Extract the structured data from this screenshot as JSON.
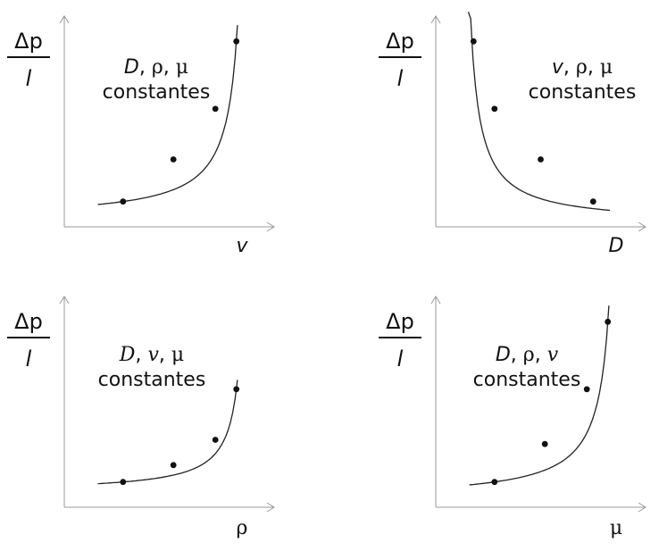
{
  "colors": {
    "ink": "#111111",
    "axis": "#9a9a9a",
    "curve": "#222222"
  },
  "ylabel": {
    "numerator": "Δp",
    "denominator": "l"
  },
  "chart_data": [
    {
      "type": "scatter",
      "xlabel": "v",
      "ylabel": "Δp / l",
      "condition": {
        "vars": [
          [
            "D",
            "it"
          ],
          [
            "ρ",
            "greek"
          ],
          [
            "μ",
            "greek"
          ]
        ],
        "word": "constantes"
      },
      "trend": "increasing-convex",
      "x": [
        0.28,
        0.52,
        0.72,
        0.82
      ],
      "y": [
        0.12,
        0.32,
        0.56,
        0.88
      ]
    },
    {
      "type": "scatter",
      "xlabel": "D",
      "ylabel": "Δp / l",
      "condition": {
        "vars": [
          [
            "v",
            "it"
          ],
          [
            "ρ",
            "greek"
          ],
          [
            "μ",
            "greek"
          ]
        ],
        "word": "constantes"
      },
      "trend": "decreasing-convex",
      "x": [
        0.18,
        0.28,
        0.5,
        0.75
      ],
      "y": [
        0.88,
        0.56,
        0.32,
        0.12
      ]
    },
    {
      "type": "scatter",
      "xlabel": "ρ",
      "ylabel": "Δp / l",
      "condition": {
        "vars": [
          [
            "D",
            "greek it"
          ],
          [
            "v",
            "greek it"
          ],
          [
            "μ",
            "greek"
          ]
        ],
        "word": "constantes"
      },
      "trend": "increasing-convex",
      "x": [
        0.28,
        0.52,
        0.72,
        0.82
      ],
      "y": [
        0.12,
        0.2,
        0.32,
        0.56
      ]
    },
    {
      "type": "scatter",
      "xlabel": "μ",
      "ylabel": "Δp / l",
      "condition": {
        "vars": [
          [
            "D",
            "it"
          ],
          [
            "ρ",
            "greek"
          ],
          [
            "v",
            "greek it"
          ]
        ],
        "word": "constantes"
      },
      "trend": "increasing-convex",
      "x": [
        0.28,
        0.52,
        0.72,
        0.82
      ],
      "y": [
        0.12,
        0.3,
        0.56,
        0.88
      ]
    }
  ]
}
